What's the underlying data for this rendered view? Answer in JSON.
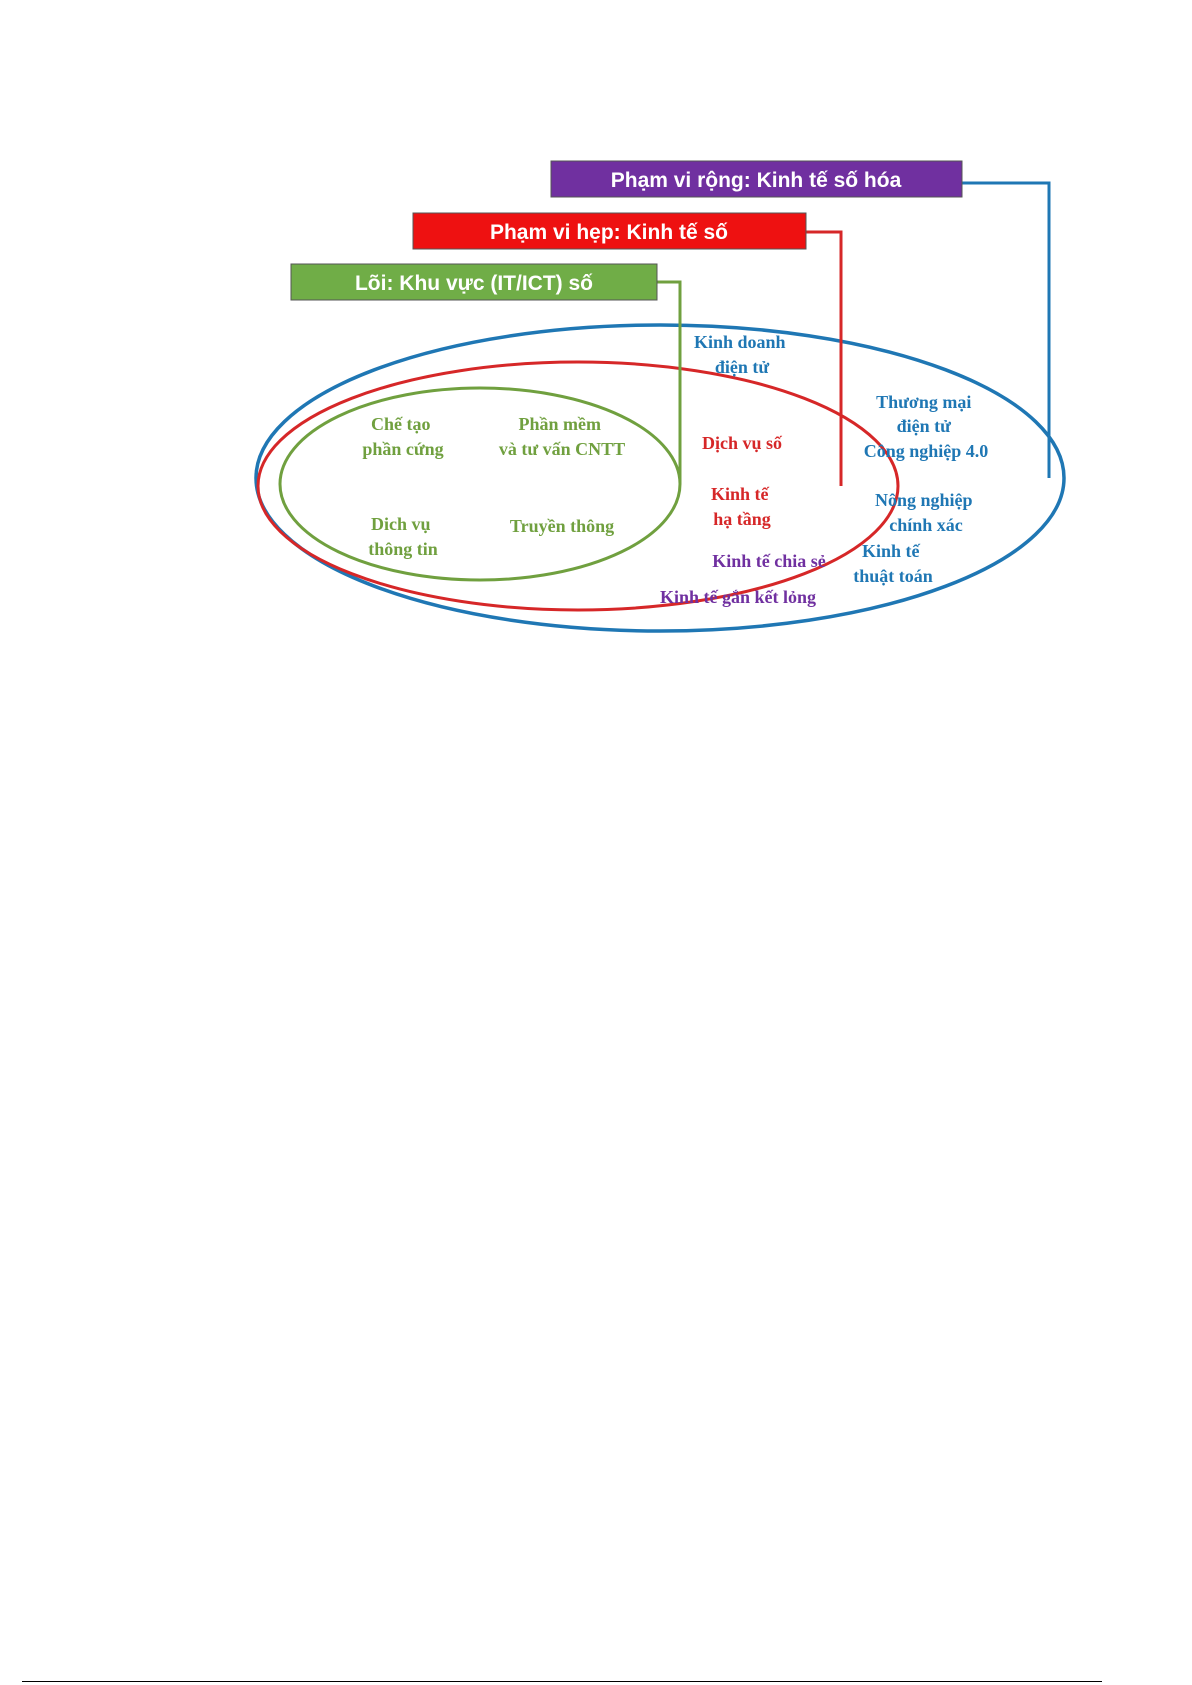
{
  "colors": {
    "broad": "#1f77b4",
    "narrow": "#d62728",
    "core": "#70a03f",
    "broad_box": "#7030a0",
    "narrow_box": "#ee1111",
    "core_box": "#70ad47",
    "purple_text": "#7030a0"
  },
  "legend": {
    "broad": "Phạm vi rộng: Kinh tế số hóa",
    "narrow": "Phạm vi hẹp: Kinh tế số",
    "core": "Lõi: Khu vực (IT/ICT) số"
  },
  "core_items": {
    "che_tao": [
      "Chế tạo",
      "phần cứng"
    ],
    "phan_mem": [
      "Phần mềm",
      "và tư vấn CNTT"
    ],
    "dich_vu_tt": [
      "Dich vụ",
      "thông tin"
    ],
    "truyen_thong": [
      "Truyền thông"
    ]
  },
  "narrow_items": {
    "dich_vu_so": [
      "Dịch vụ số"
    ],
    "kinh_te_ha_tang": [
      "Kinh tế",
      "hạ tầng"
    ]
  },
  "broad_items": {
    "kinh_doanh": [
      "Kinh doanh",
      "điện tử"
    ],
    "thuong_mai": [
      "Thương mại",
      "điện tử",
      "Công nghiệp 4.0"
    ],
    "nong_nghiep": [
      "Nông nghiệp",
      "chính xác"
    ],
    "thuat_toan": [
      "Kinh tế",
      "thuật toán"
    ]
  },
  "purple_items": {
    "chia_se": "Kinh tế chia sẻ",
    "gan_ket": "Kinh tế gắn kết lỏng"
  }
}
